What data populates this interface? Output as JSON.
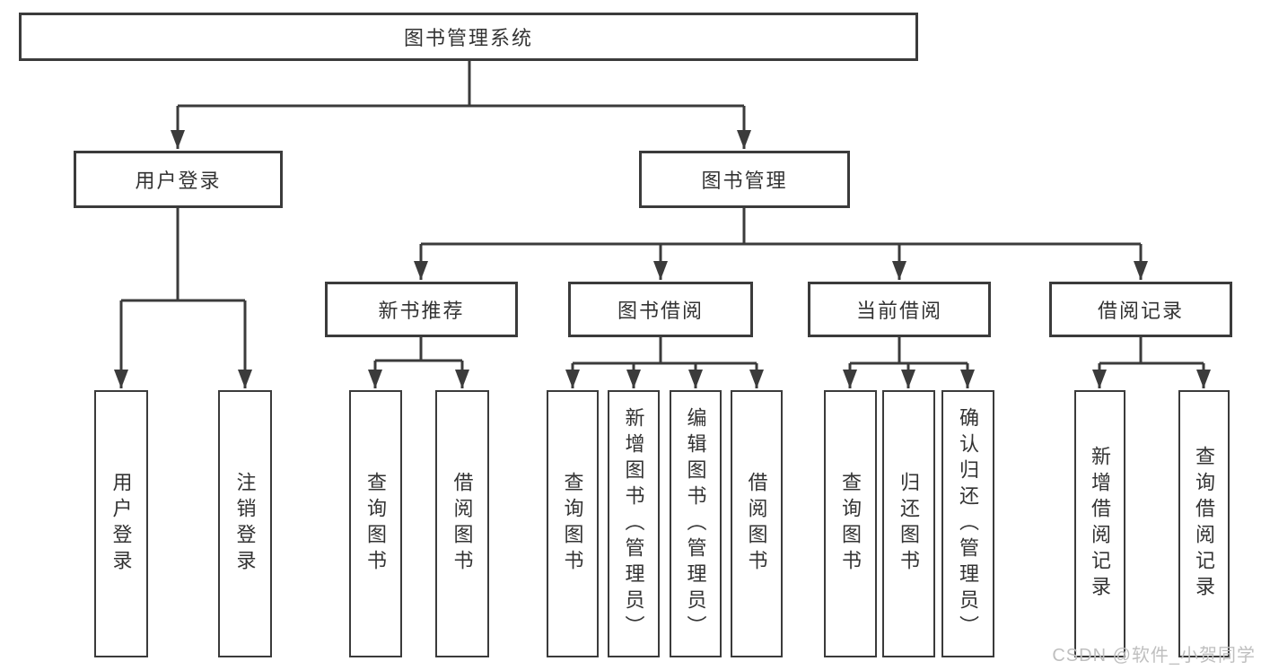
{
  "nodes": {
    "root": "图书管理系统",
    "l2": [
      "用户登录",
      "图书管理"
    ],
    "l3": [
      "新书推荐",
      "图书借阅",
      "当前借阅",
      "借阅记录"
    ],
    "leaves": [
      "用户登录",
      "注销登录",
      "查询图书",
      "借阅图书",
      "查询图书",
      "新增图书（管理员）",
      "编辑图书（管理员）",
      "借阅图书",
      "查询图书",
      "归还图书",
      "确认归还（管理员）",
      "新增借阅记录",
      "查询借阅记录"
    ]
  },
  "watermark": "CSDN @软件_小贺同学",
  "colors": {
    "line": "#3b3b3b",
    "watermark": "#bfbfbf"
  }
}
